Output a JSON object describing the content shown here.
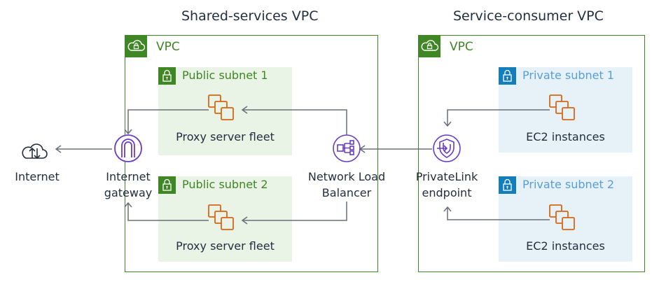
{
  "titles": {
    "shared_vpc": "Shared-services VPC",
    "consumer_vpc": "Service-consumer VPC"
  },
  "vpcs": [
    {
      "label": "VPC",
      "icon": "vpc-cloud-lock-icon"
    },
    {
      "label": "VPC",
      "icon": "vpc-cloud-lock-icon"
    }
  ],
  "subnets": {
    "public_1": {
      "label": "Public subnet 1",
      "icon": "padlock-icon",
      "content": "Proxy server fleet"
    },
    "public_2": {
      "label": "Public subnet 2",
      "icon": "padlock-icon",
      "content": "Proxy server fleet"
    },
    "private_1": {
      "label": "Private subnet 1",
      "icon": "padlock-icon",
      "content": "EC2 instances"
    },
    "private_2": {
      "label": "Private subnet 2",
      "icon": "padlock-icon",
      "content": "EC2 instances"
    }
  },
  "nodes": {
    "internet": {
      "line1": "Internet",
      "icon": "cloud-upload-download-icon"
    },
    "igw": {
      "line1": "Internet",
      "line2": "gateway",
      "icon": "internet-gateway-icon"
    },
    "nlb": {
      "line1": "Network Load",
      "line2": "Balancer",
      "icon": "network-load-balancer-icon"
    },
    "privatelink": {
      "line1": "PrivateLink",
      "line2": "endpoint",
      "icon": "privatelink-endpoint-icon"
    }
  },
  "colors": {
    "vpc_green": "#3f8624",
    "public_subnet_bg": "#e9f3e6",
    "private_subnet_bg": "#e6f2f8",
    "private_badge_blue": "#147eba",
    "private_label_blue": "#5a9ed6",
    "ec2_orange": "#d86613",
    "network_purple": "#693cc5",
    "arrow_gray": "#687078"
  }
}
